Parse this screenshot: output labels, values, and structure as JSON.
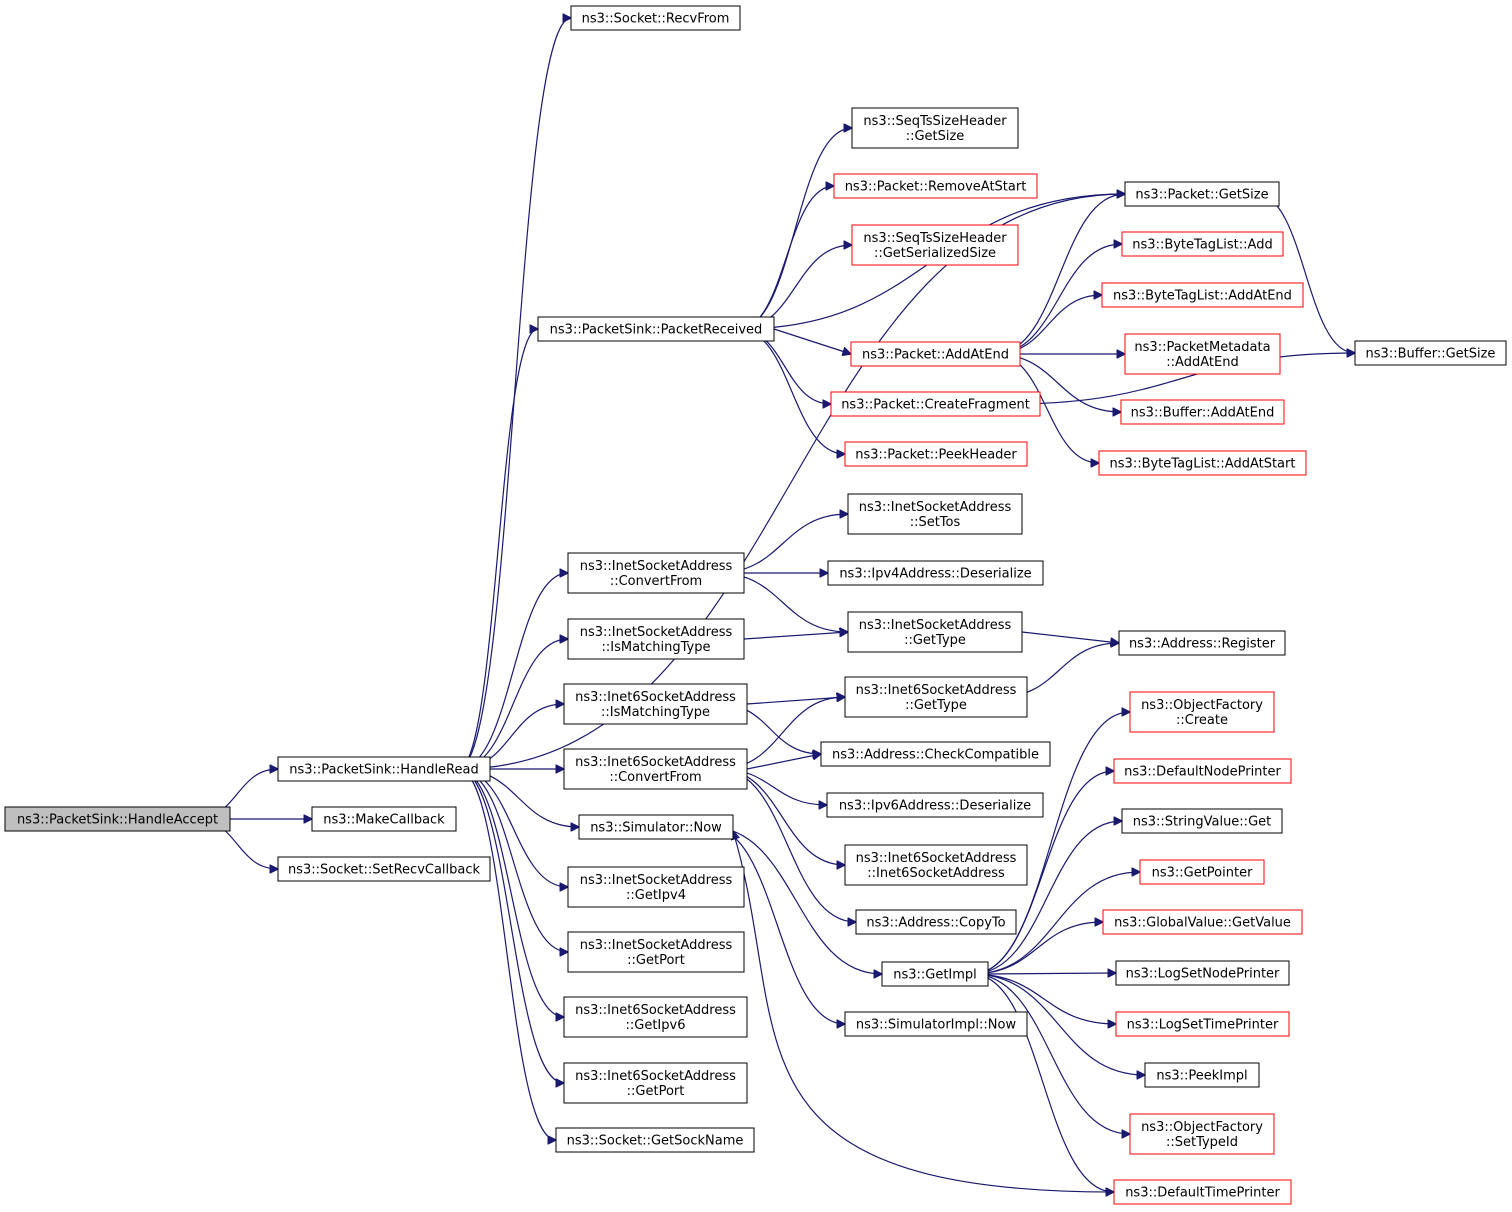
{
  "nodes": [
    {
      "id": "handleAccept",
      "lines": [
        "ns3::PacketSink::HandleAccept"
      ],
      "style": "root"
    },
    {
      "id": "handleRead",
      "lines": [
        "ns3::PacketSink::HandleRead"
      ],
      "style": "black"
    },
    {
      "id": "makeCallback",
      "lines": [
        "ns3::MakeCallback"
      ],
      "style": "black"
    },
    {
      "id": "setRecvCallback",
      "lines": [
        "ns3::Socket::SetRecvCallback"
      ],
      "style": "black"
    },
    {
      "id": "recvFrom",
      "lines": [
        "ns3::Socket::RecvFrom"
      ],
      "style": "black"
    },
    {
      "id": "packetReceived",
      "lines": [
        "ns3::PacketSink::PacketReceived"
      ],
      "style": "black"
    },
    {
      "id": "inetConvertFrom",
      "lines": [
        "ns3::InetSocketAddress",
        "::ConvertFrom"
      ],
      "style": "black"
    },
    {
      "id": "inetIsMatching",
      "lines": [
        "ns3::InetSocketAddress",
        "::IsMatchingType"
      ],
      "style": "black"
    },
    {
      "id": "inet6IsMatching",
      "lines": [
        "ns3::Inet6SocketAddress",
        "::IsMatchingType"
      ],
      "style": "black"
    },
    {
      "id": "inet6ConvertFrom",
      "lines": [
        "ns3::Inet6SocketAddress",
        "::ConvertFrom"
      ],
      "style": "black"
    },
    {
      "id": "simNow",
      "lines": [
        "ns3::Simulator::Now"
      ],
      "style": "black"
    },
    {
      "id": "inetGetIpv4",
      "lines": [
        "ns3::InetSocketAddress",
        "::GetIpv4"
      ],
      "style": "black"
    },
    {
      "id": "inetGetPort",
      "lines": [
        "ns3::InetSocketAddress",
        "::GetPort"
      ],
      "style": "black"
    },
    {
      "id": "inet6GetIpv6",
      "lines": [
        "ns3::Inet6SocketAddress",
        "::GetIpv6"
      ],
      "style": "black"
    },
    {
      "id": "inet6GetPort",
      "lines": [
        "ns3::Inet6SocketAddress",
        "::GetPort"
      ],
      "style": "black"
    },
    {
      "id": "getSockName",
      "lines": [
        "ns3::Socket::GetSockName"
      ],
      "style": "black"
    },
    {
      "id": "seqGetSize",
      "lines": [
        "ns3::SeqTsSizeHeader",
        "::GetSize"
      ],
      "style": "black"
    },
    {
      "id": "removeAtStart",
      "lines": [
        "ns3::Packet::RemoveAtStart"
      ],
      "style": "red"
    },
    {
      "id": "seqGetSerialized",
      "lines": [
        "ns3::SeqTsSizeHeader",
        "::GetSerializedSize"
      ],
      "style": "red"
    },
    {
      "id": "packetAddAtEnd",
      "lines": [
        "ns3::Packet::AddAtEnd"
      ],
      "style": "red"
    },
    {
      "id": "createFragment",
      "lines": [
        "ns3::Packet::CreateFragment"
      ],
      "style": "red"
    },
    {
      "id": "peekHeader",
      "lines": [
        "ns3::Packet::PeekHeader"
      ],
      "style": "red"
    },
    {
      "id": "inetSetTos",
      "lines": [
        "ns3::InetSocketAddress",
        "::SetTos"
      ],
      "style": "black"
    },
    {
      "id": "ipv4Deserialize",
      "lines": [
        "ns3::Ipv4Address::Deserialize"
      ],
      "style": "black"
    },
    {
      "id": "inetGetType",
      "lines": [
        "ns3::InetSocketAddress",
        "::GetType"
      ],
      "style": "black"
    },
    {
      "id": "inet6GetType",
      "lines": [
        "ns3::Inet6SocketAddress",
        "::GetType"
      ],
      "style": "black"
    },
    {
      "id": "checkCompatible",
      "lines": [
        "ns3::Address::CheckCompatible"
      ],
      "style": "black"
    },
    {
      "id": "ipv6Deserialize",
      "lines": [
        "ns3::Ipv6Address::Deserialize"
      ],
      "style": "black"
    },
    {
      "id": "inet6Ctor",
      "lines": [
        "ns3::Inet6SocketAddress",
        "::Inet6SocketAddress"
      ],
      "style": "black"
    },
    {
      "id": "addressCopyTo",
      "lines": [
        "ns3::Address::CopyTo"
      ],
      "style": "black"
    },
    {
      "id": "getImpl",
      "lines": [
        "ns3::GetImpl"
      ],
      "style": "black"
    },
    {
      "id": "simImplNow",
      "lines": [
        "ns3::SimulatorImpl::Now"
      ],
      "style": "black"
    },
    {
      "id": "packetGetSize",
      "lines": [
        "ns3::Packet::GetSize"
      ],
      "style": "black"
    },
    {
      "id": "byteTagAdd",
      "lines": [
        "ns3::ByteTagList::Add"
      ],
      "style": "red"
    },
    {
      "id": "byteTagAddAtEnd",
      "lines": [
        "ns3::ByteTagList::AddAtEnd"
      ],
      "style": "red"
    },
    {
      "id": "pktMetaAddAtEnd",
      "lines": [
        "ns3::PacketMetadata",
        "::AddAtEnd"
      ],
      "style": "red"
    },
    {
      "id": "bufferAddAtEnd",
      "lines": [
        "ns3::Buffer::AddAtEnd"
      ],
      "style": "red"
    },
    {
      "id": "byteTagAddAtStart",
      "lines": [
        "ns3::ByteTagList::AddAtStart"
      ],
      "style": "red"
    },
    {
      "id": "addressRegister",
      "lines": [
        "ns3::Address::Register"
      ],
      "style": "black"
    },
    {
      "id": "bufferGetSize",
      "lines": [
        "ns3::Buffer::GetSize"
      ],
      "style": "black"
    },
    {
      "id": "objFactoryCreate",
      "lines": [
        "ns3::ObjectFactory",
        "::Create"
      ],
      "style": "red"
    },
    {
      "id": "defaultNodePrinter",
      "lines": [
        "ns3::DefaultNodePrinter"
      ],
      "style": "red"
    },
    {
      "id": "stringValueGet",
      "lines": [
        "ns3::StringValue::Get"
      ],
      "style": "black"
    },
    {
      "id": "getPointer",
      "lines": [
        "ns3::GetPointer"
      ],
      "style": "red"
    },
    {
      "id": "globalValueGet",
      "lines": [
        "ns3::GlobalValue::GetValue"
      ],
      "style": "red"
    },
    {
      "id": "logSetNodePrinter",
      "lines": [
        "ns3::LogSetNodePrinter"
      ],
      "style": "black"
    },
    {
      "id": "logSetTimePrinter",
      "lines": [
        "ns3::LogSetTimePrinter"
      ],
      "style": "red"
    },
    {
      "id": "peekImpl",
      "lines": [
        "ns3::PeekImpl"
      ],
      "style": "black"
    },
    {
      "id": "objFactorySetTypeId",
      "lines": [
        "ns3::ObjectFactory",
        "::SetTypeId"
      ],
      "style": "red"
    },
    {
      "id": "defaultTimePrinter",
      "lines": [
        "ns3::DefaultTimePrinter"
      ],
      "style": "red"
    }
  ],
  "edges": [
    [
      "handleAccept",
      "handleRead"
    ],
    [
      "handleAccept",
      "makeCallback"
    ],
    [
      "handleAccept",
      "setRecvCallback"
    ],
    [
      "handleRead",
      "recvFrom"
    ],
    [
      "handleRead",
      "packetReceived"
    ],
    [
      "handleRead",
      "packetGetSize"
    ],
    [
      "handleRead",
      "inetConvertFrom"
    ],
    [
      "handleRead",
      "inetIsMatching"
    ],
    [
      "handleRead",
      "inet6IsMatching"
    ],
    [
      "handleRead",
      "inet6ConvertFrom"
    ],
    [
      "handleRead",
      "simNow"
    ],
    [
      "handleRead",
      "inetGetIpv4"
    ],
    [
      "handleRead",
      "inetGetPort"
    ],
    [
      "handleRead",
      "inet6GetIpv6"
    ],
    [
      "handleRead",
      "inet6GetPort"
    ],
    [
      "handleRead",
      "getSockName"
    ],
    [
      "packetReceived",
      "seqGetSize"
    ],
    [
      "packetReceived",
      "removeAtStart"
    ],
    [
      "packetReceived",
      "seqGetSerialized"
    ],
    [
      "packetReceived",
      "packetGetSize"
    ],
    [
      "packetReceived",
      "packetAddAtEnd"
    ],
    [
      "packetReceived",
      "createFragment"
    ],
    [
      "packetReceived",
      "peekHeader"
    ],
    [
      "packetAddAtEnd",
      "packetGetSize"
    ],
    [
      "packetAddAtEnd",
      "byteTagAdd"
    ],
    [
      "packetAddAtEnd",
      "byteTagAddAtEnd"
    ],
    [
      "packetAddAtEnd",
      "pktMetaAddAtEnd"
    ],
    [
      "packetAddAtEnd",
      "bufferAddAtEnd"
    ],
    [
      "packetAddAtEnd",
      "byteTagAddAtStart"
    ],
    [
      "createFragment",
      "bufferGetSize"
    ],
    [
      "packetGetSize",
      "bufferGetSize"
    ],
    [
      "inetConvertFrom",
      "inetSetTos"
    ],
    [
      "inetConvertFrom",
      "ipv4Deserialize"
    ],
    [
      "inetConvertFrom",
      "inetGetType"
    ],
    [
      "inetIsMatching",
      "inetGetType"
    ],
    [
      "inetGetType",
      "addressRegister"
    ],
    [
      "inet6IsMatching",
      "inet6GetType"
    ],
    [
      "inet6IsMatching",
      "checkCompatible"
    ],
    [
      "inet6GetType",
      "addressRegister"
    ],
    [
      "inet6ConvertFrom",
      "inet6GetType"
    ],
    [
      "inet6ConvertFrom",
      "checkCompatible"
    ],
    [
      "inet6ConvertFrom",
      "ipv6Deserialize"
    ],
    [
      "inet6ConvertFrom",
      "inet6Ctor"
    ],
    [
      "inet6ConvertFrom",
      "addressCopyTo"
    ],
    [
      "simNow",
      "getImpl"
    ],
    [
      "simNow",
      "simImplNow"
    ],
    [
      "getImpl",
      "objFactoryCreate"
    ],
    [
      "getImpl",
      "defaultNodePrinter"
    ],
    [
      "getImpl",
      "stringValueGet"
    ],
    [
      "getImpl",
      "getPointer"
    ],
    [
      "getImpl",
      "globalValueGet"
    ],
    [
      "getImpl",
      "logSetNodePrinter"
    ],
    [
      "getImpl",
      "logSetTimePrinter"
    ],
    [
      "getImpl",
      "peekImpl"
    ],
    [
      "getImpl",
      "objFactorySetTypeId"
    ],
    [
      "getImpl",
      "defaultTimePrinter"
    ],
    [
      "defaultTimePrinter",
      "simNow"
    ]
  ]
}
